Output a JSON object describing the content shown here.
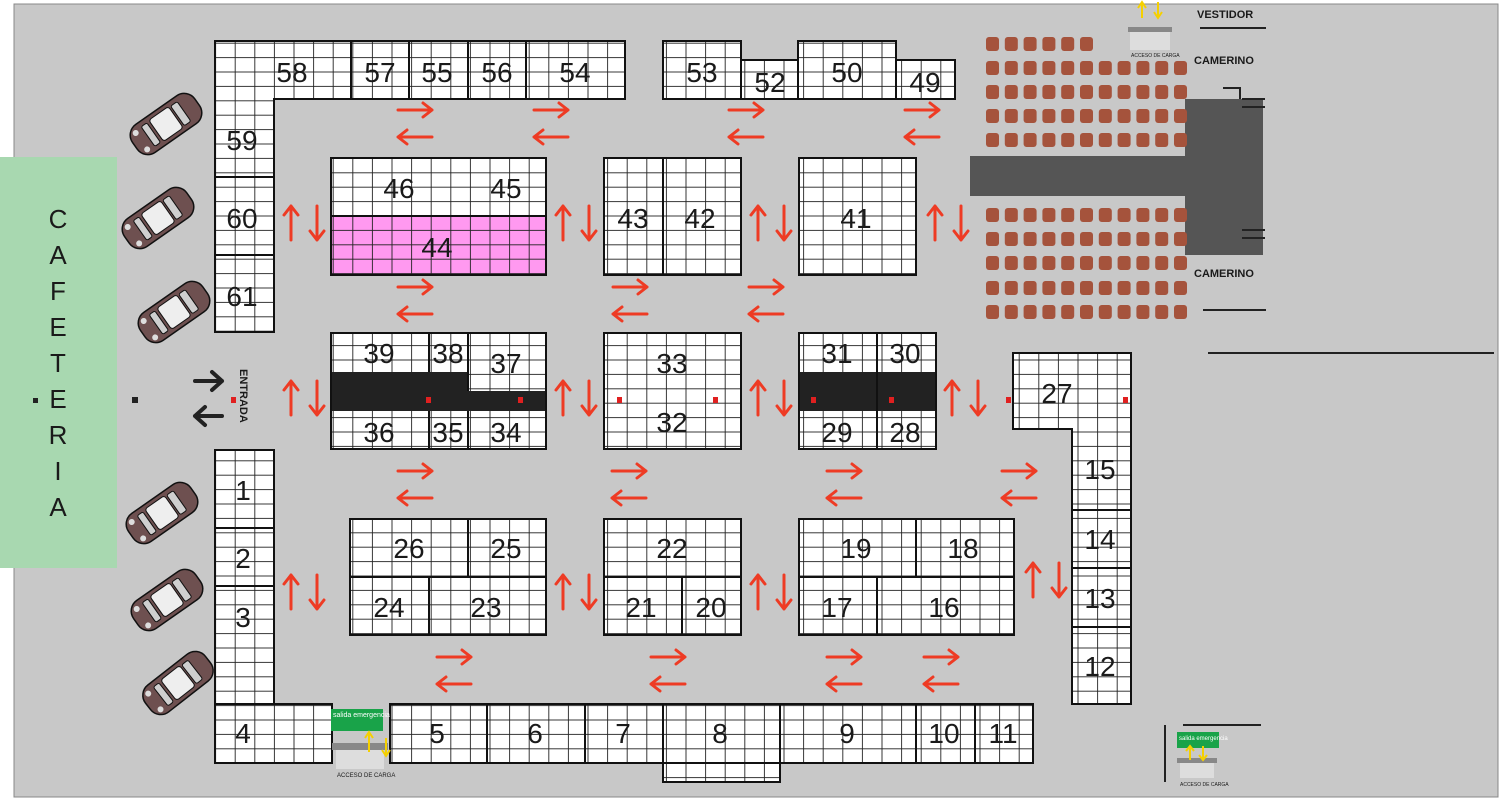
{
  "cafeteria": {
    "letters": [
      "C",
      "A",
      "F",
      "E",
      "T",
      "E",
      "R",
      "I",
      "A"
    ]
  },
  "entrance": {
    "label": "ENTRADA"
  },
  "rooms": {
    "vestidor": "VESTIDOR",
    "camerino_top": "CAMERINO",
    "camerino_bottom": "CAMERINO"
  },
  "loading": {
    "bottom_left": {
      "exit": "salida emergencia",
      "access": "ACCESO DE CARGA"
    },
    "bottom_right": {
      "exit": "salida emergencia",
      "access": "ACCESO DE CARGA"
    },
    "top": {
      "access": "ACCESO DE CARGA"
    }
  },
  "stands": {
    "1": "1",
    "2": "2",
    "3": "3",
    "4": "4",
    "5": "5",
    "6": "6",
    "7": "7",
    "8": "8",
    "9": "9",
    "10": "10",
    "11": "11",
    "12": "12",
    "13": "13",
    "14": "14",
    "15": "15",
    "16": "16",
    "17": "17",
    "18": "18",
    "19": "19",
    "20": "20",
    "21": "21",
    "22": "22",
    "23": "23",
    "24": "24",
    "25": "25",
    "26": "26",
    "27": "27",
    "28": "28",
    "29": "29",
    "30": "30",
    "31": "31",
    "32": "32",
    "33": "33",
    "34": "34",
    "35": "35",
    "36": "36",
    "37": "37",
    "38": "38",
    "39": "39",
    "41": "41",
    "42": "42",
    "43": "43",
    "44": "44",
    "45": "45",
    "46": "46",
    "49": "49",
    "50": "50",
    "52": "52",
    "53": "53",
    "54": "54",
    "55": "55",
    "56": "56",
    "57": "57",
    "58": "58",
    "59": "59",
    "60": "60",
    "61": "61"
  },
  "colors": {
    "floor": "#c8c8c8",
    "cafeteria": "#a8d8b0",
    "highlight_stand": "#ff99f0",
    "blocked_stand": "#222222",
    "arrow": "#ee3b24",
    "seat": "#a5533c",
    "stage": "#555555",
    "exit_sign": "#19a349",
    "car": "#6e5050"
  }
}
